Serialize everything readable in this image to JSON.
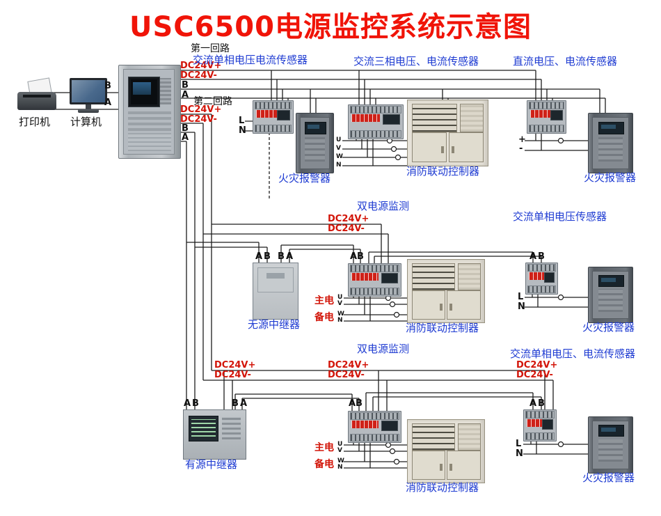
{
  "title": "USC6500电源监控系统示意图",
  "colors": {
    "title": "#f01408",
    "blue_label": "#1e3bd2",
    "red_label": "#d21408",
    "wire": "#1c1c1c"
  },
  "station": {
    "printer": "打印机",
    "computer": "计算机"
  },
  "controller_ports": {
    "loop1": "第一回路",
    "loop2": "第二回路"
  },
  "shared": {
    "dc_plus": "DC24V+",
    "dc_minus": "DC24V-",
    "a": "A",
    "b": "B",
    "l": "L",
    "n": "N",
    "u": "U",
    "v": "V",
    "w": "W",
    "plus": "+",
    "minus": "-",
    "main_power": "主电",
    "backup_power": "备电",
    "dual_power_monitor": "双电源监测",
    "fire_alarm": "火灾报警器",
    "linkage_controller": "消防联动控制器"
  },
  "sensors": {
    "ac_single_phase_vc": "交流单相电压电流传感器",
    "ac_three_phase_vc": "交流三相电压、电流传感器",
    "dc_vc": "直流电压、电流传感器",
    "ac_single_phase_v": "交流单相电压传感器",
    "ac_single_phase_v_c": "交流单相电压、电流传感器"
  },
  "repeaters": {
    "passive": "无源中继器",
    "active": "有源中继器"
  }
}
